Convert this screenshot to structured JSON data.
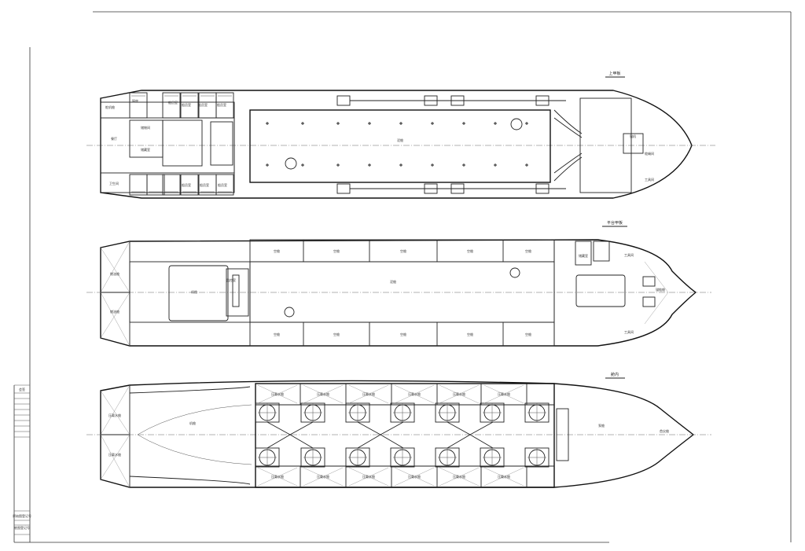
{
  "sheet": {
    "side_labels": [
      "会签",
      "原始图登记号",
      "底图登记号"
    ]
  },
  "decks": {
    "upper": {
      "title": "上甲板",
      "rooms": [
        "舵机舱",
        "厨房",
        "餐厅",
        "船员室",
        "船员室",
        "船员室",
        "船员室",
        "储物间",
        "储藏室",
        "船员室",
        "船员室",
        "船员室",
        "卫生间",
        "泥舱",
        "锚机",
        "缆绳间",
        "工具间"
      ]
    },
    "platform": {
      "title": "平台甲板",
      "rooms": {
        "engine": "机舱",
        "control": "监控室",
        "hold": "泥舱",
        "void": "空舱",
        "stern_tank": "燃油舱",
        "fore_store": "储藏室",
        "bow_tool": "工具间",
        "chain": "锚链舱"
      }
    },
    "hold": {
      "title": "舱内",
      "rooms": {
        "engine": "机舱",
        "pump": "泵舱",
        "side": "压载水舱",
        "fore": "首尖舱"
      }
    }
  }
}
